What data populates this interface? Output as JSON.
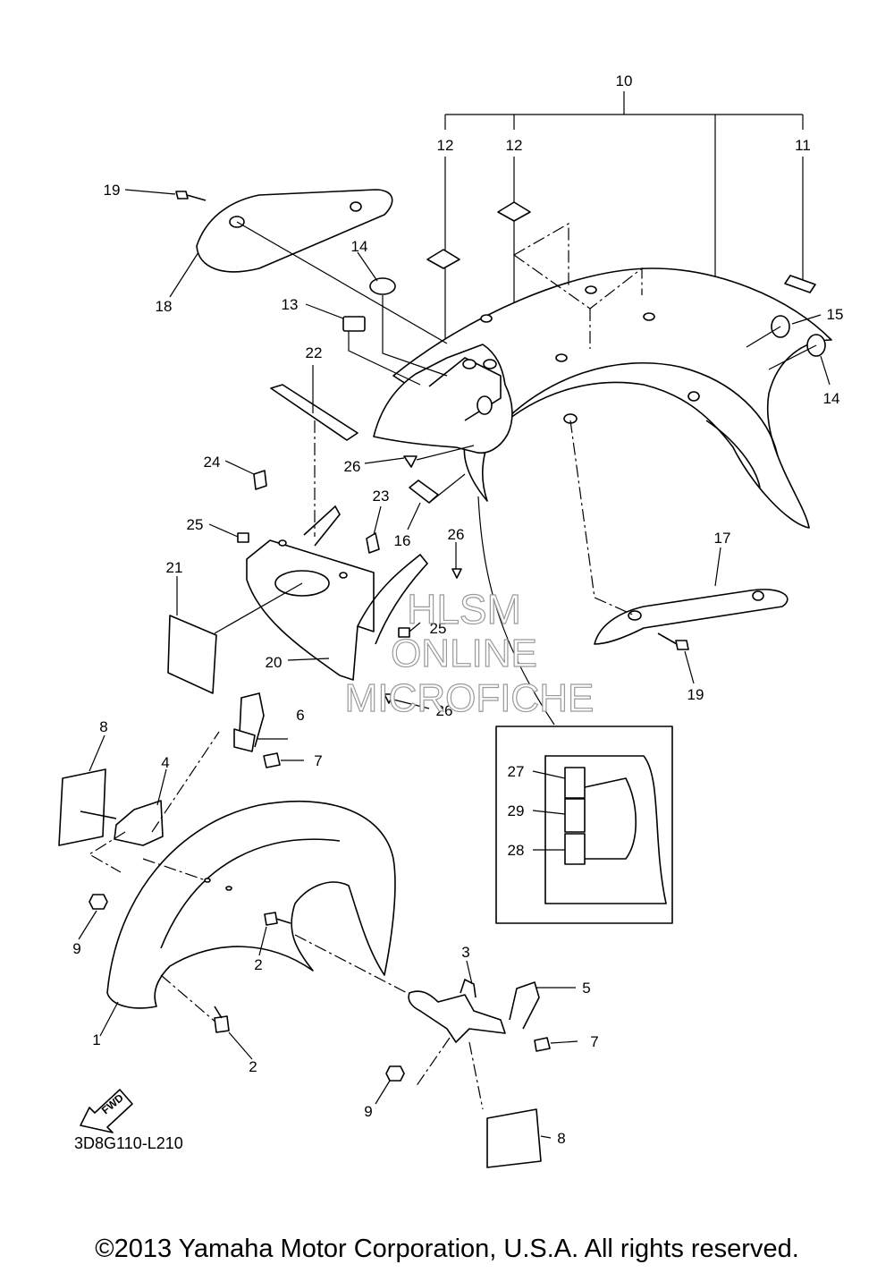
{
  "callouts": {
    "c10": "10",
    "c12a": "12",
    "c12b": "12",
    "c11": "11",
    "c19a": "19",
    "c18": "18",
    "c14a": "14",
    "c13": "13",
    "c15": "15",
    "c14b": "14",
    "c22": "22",
    "c26a": "26",
    "c24": "24",
    "c23": "23",
    "c25a": "25",
    "c16": "16",
    "c26b": "26",
    "c17": "17",
    "c21": "21",
    "c25b": "25",
    "c20": "20",
    "c19b": "19",
    "c26c": "26",
    "c6": "6",
    "c8a": "8",
    "c7a": "7",
    "c4": "4",
    "c27": "27",
    "c29": "29",
    "c28": "28",
    "c9a": "9",
    "c2a": "2",
    "c3": "3",
    "c5": "5",
    "c1": "1",
    "c7b": "7",
    "c2b": "2",
    "c9b": "9",
    "c8b": "8"
  },
  "fwd_label": "FWD",
  "diagram_code": "3D8G110-L210",
  "watermark": {
    "line1": "HLSM",
    "line2": "ONLINE",
    "line3": "MICROFICHE"
  },
  "copyright": "©2013 Yamaha Motor Corporation, U.S.A. All rights reserved."
}
